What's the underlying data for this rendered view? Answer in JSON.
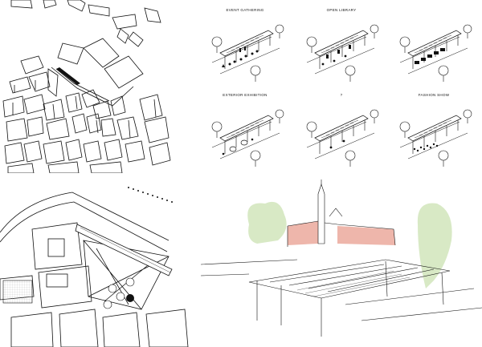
{
  "labels": {
    "event_gathering": "EVENT GATHERING",
    "open_library": "OPEN LIBRARY",
    "exterior_exhibition": "EXTERIOR EXHIBITION",
    "unknown": "?",
    "fashion_show": "FASHION SHOW"
  },
  "colors": {
    "ink": "#111111",
    "brick": "#e07a66",
    "tree": "#a9cf7e",
    "paper": "#ffffff",
    "courtyard_grid": "#bbbbbb"
  }
}
